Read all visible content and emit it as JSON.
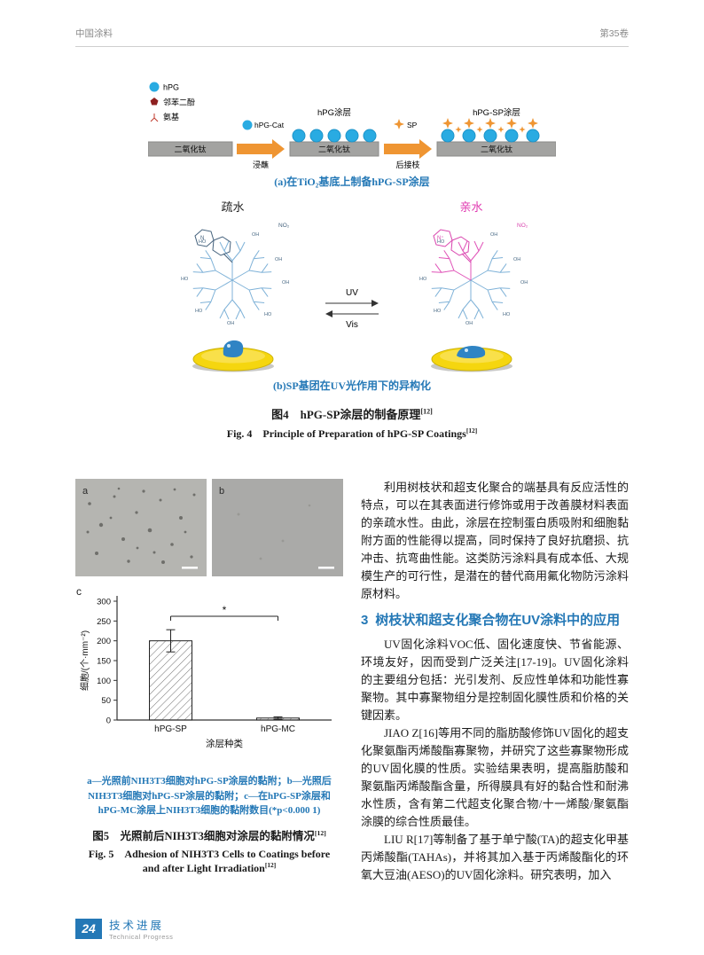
{
  "colors": {
    "accent": "#2478b6",
    "magenta": "#e03ab0",
    "orange": "#ef9532",
    "hpg_blue": "#29abe2"
  },
  "page": {
    "header": {
      "journal": "中国涂料",
      "volume": "第35卷"
    },
    "footer": {
      "page_number": "24",
      "section_cn": "技术进展",
      "section_en": "Technical Progress"
    }
  },
  "figure4": {
    "scheme": {
      "legend": [
        {
          "label": "hPG"
        },
        {
          "label": "邻苯二酚"
        },
        {
          "label": "氨基"
        }
      ],
      "substrate": "二氧化钛",
      "step1": {
        "reagent": "hPG-Cat",
        "method": "浸蘸"
      },
      "coating1": "hPG涂层",
      "step2": {
        "reagent": "SP",
        "method": "后接枝"
      },
      "coating2": "hPG-SP涂层",
      "caption": "(a)在TiO₂基底上制备hPG-SP涂层"
    },
    "isomer": {
      "left_label": "疏水",
      "right_label": "亲水",
      "uv": "UV",
      "vis": "Vis",
      "no2": "NO₂",
      "n_label": "N",
      "n_plus": "N⁺",
      "oh": "OH",
      "ho": "HO",
      "caption": "(b)SP基团在UV光作用下的异构化"
    },
    "caption_cn": "图4　hPG-SP涂层的制备原理",
    "caption_en": "Fig. 4　Principle of Preparation of hPG-SP Coatings",
    "ref": "[12]"
  },
  "figure5": {
    "panel_a": "a",
    "panel_b": "b",
    "panel_c": "c",
    "note_lines": [
      "a—光照前NIH3T3细胞对hPG-SP涂层的黏附；b—光照后",
      "NIH3T3细胞对hPG-SP涂层的黏附；c—在hPG-SP涂层和",
      "hPG-MC涂层上NIH3T3细胞的黏附数目(*p<0.000 1)"
    ],
    "caption_cn": "图5　光照前后NIH3T3细胞对涂层的黏附情况",
    "caption_en": "Fig. 5　Adhesion of NIH3T3 Cells to Coatings before and after Light Irradiation",
    "ref": "[12]"
  },
  "chart_data": {
    "type": "bar",
    "categories": [
      "hPG-SP",
      "hPG-MC"
    ],
    "values": [
      200,
      5
    ],
    "errors": [
      28,
      3
    ],
    "title": "",
    "xlabel": "涂层种类",
    "ylabel": "细胞/(个·mm⁻²)",
    "ylim": [
      0,
      300
    ],
    "yticks": [
      0,
      50,
      100,
      150,
      200,
      250,
      300
    ],
    "significance": "*",
    "significance_y": 262,
    "grid": false,
    "legend": "none"
  },
  "article": {
    "para1": "利用树枝状和超支化聚合的端基具有反应活性的特点，可以在其表面进行修饰或用于改善膜材料表面的亲疏水性。由此，涂层在控制蛋白质吸附和细胞黏附方面的性能得以提高，同时保持了良好抗磨损、抗冲击、抗弯曲性能。这类防污涂料具有成本低、大规模生产的可行性，是潜在的替代商用氟化物防污涂料原材料。",
    "section_no": "3",
    "section_title": "树枝状和超支化聚合物在UV涂料中的应用",
    "para2": "UV固化涂料VOC低、固化速度快、节省能源、环境友好，因而受到广泛关注[17-19]。UV固化涂料的主要组分包括：光引发剂、反应性单体和功能性寡聚物。其中寡聚物组分是控制固化膜性质和价格的关键因素。",
    "para3": "JIAO Z[16]等用不同的脂肪酸修饰UV固化的超支化聚氨酯丙烯酸酯寡聚物，并研究了这些寡聚物形成的UV固化膜的性质。实验结果表明，提高脂肪酸和聚氨酯丙烯酸酯含量，所得膜具有好的黏合性和耐沸水性质，含有第二代超支化聚合物/十一烯酸/聚氨酯涂膜的综合性质最佳。",
    "para4": "LIU R[17]等制备了基于单宁酸(TA)的超支化甲基丙烯酸酯(TAHAs)，并将其加入基于丙烯酸酯化的环氧大豆油(AESO)的UV固化涂料。研究表明，加入"
  }
}
